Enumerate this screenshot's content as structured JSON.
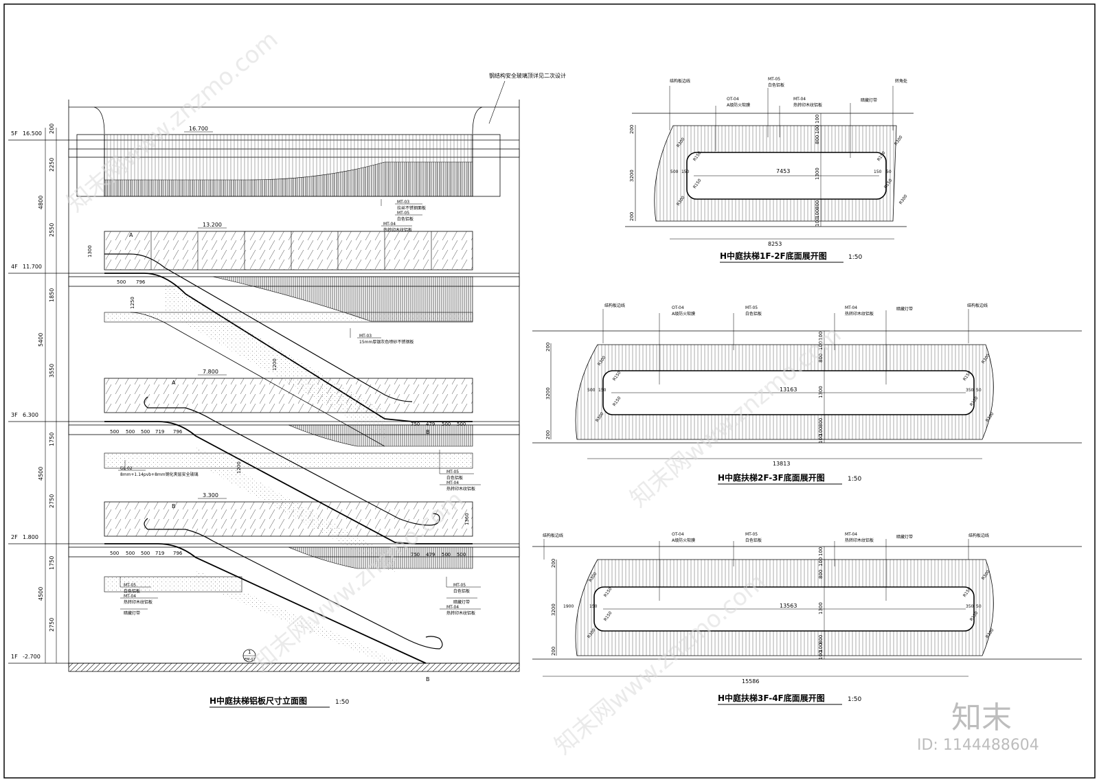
{
  "elevation": {
    "title": "H中庭扶梯铝板尺寸立面图",
    "scale": "1:50",
    "top_note": "钢结构安全玻璃顶详见二次设计",
    "levels": [
      {
        "floor": "5F",
        "elev": "16.500"
      },
      {
        "floor": "4F",
        "elev": "11.700"
      },
      {
        "floor": "3F",
        "elev": "6.300"
      },
      {
        "floor": "2F",
        "elev": "1.800"
      },
      {
        "floor": "1F",
        "elev": "-2.700"
      }
    ],
    "rail_marks": [
      "16.700",
      "13.200",
      "7.800",
      "3.300"
    ],
    "left_dims": [
      "200",
      "2250",
      "4800",
      "2550",
      "1850",
      "5400",
      "3550",
      "1750",
      "4500",
      "2750",
      "1750",
      "4500",
      "2750"
    ],
    "stair_dims": [
      "500",
      "796",
      "500",
      "500",
      "500",
      "719",
      "796",
      "500",
      "500",
      "500",
      "719",
      "796",
      "750",
      "479",
      "500",
      "500",
      "750",
      "479",
      "500",
      "500",
      "1200",
      "1250",
      "1300",
      "1360",
      "1200"
    ],
    "callouts": [
      {
        "code": "MT-03",
        "text": "拉丝不锈钢面板"
      },
      {
        "code": "MT-05",
        "text": "白色铝板"
      },
      {
        "code": "MT-04",
        "text": "热转印木纹铝板"
      },
      {
        "code": "MT-03",
        "text": "15mm厚银灰色喷砂不锈钢板"
      },
      {
        "code": "GL-02",
        "text": "8mm+1.14pvb+8mm钢化夹层安全玻璃"
      },
      {
        "code": "MT-05",
        "text": "白色铝板"
      },
      {
        "code": "MT-04",
        "text": "热转印木纹铝板"
      },
      {
        "code": "MT-05",
        "text": "白色铝板"
      },
      {
        "code": "MT-04",
        "text": "热转印木纹铝板"
      },
      {
        "code": "",
        "text": "暗藏灯带"
      },
      {
        "code": "MT-05",
        "text": "白色铝板"
      },
      {
        "code": "",
        "text": "暗藏灯带"
      },
      {
        "code": "MT-04",
        "text": "热转印木纹铝板"
      }
    ],
    "section_marks": [
      "A",
      "B",
      "A",
      "B",
      "B"
    ],
    "index_mark": {
      "num": "1",
      "ref": "EM-01"
    }
  },
  "plans": [
    {
      "title": "H中庭扶梯1F-2F底面展开图",
      "scale": "1:50",
      "labels": [
        {
          "code": "",
          "text": "结构板边线"
        },
        {
          "code": "MT-05",
          "text": "白色铝板"
        },
        {
          "code": "OT-04",
          "text": "A级防火软膜"
        },
        {
          "code": "MT-04",
          "text": "热转印木纹铝板"
        },
        {
          "code": "",
          "text": "暗藏灯带"
        },
        {
          "code": "",
          "text": "转角处"
        }
      ],
      "overall": "8253",
      "inner": "7453",
      "left_dims": [
        "200",
        "3200",
        "200"
      ],
      "right_dims": [
        "100",
        "100",
        "800",
        "1300",
        "800",
        "100",
        "100"
      ],
      "radii": [
        "R300",
        "R150",
        "R150",
        "R300",
        "R150",
        "R150",
        "R300",
        "R300"
      ],
      "side_dims": [
        "500",
        "150",
        "150",
        "50"
      ]
    },
    {
      "title": "H中庭扶梯2F-3F底面展开图",
      "scale": "1:50",
      "labels": [
        {
          "code": "",
          "text": "结构板边线"
        },
        {
          "code": "OT-04",
          "text": "A级防火软膜"
        },
        {
          "code": "MT-05",
          "text": "白色铝板"
        },
        {
          "code": "MT-04",
          "text": "热转印木纹铝板"
        },
        {
          "code": "",
          "text": "暗藏灯带"
        },
        {
          "code": "",
          "text": "结构板边线"
        }
      ],
      "overall": "13813",
      "inner": "13163",
      "left_dims": [
        "200",
        "3200",
        "200"
      ],
      "right_dims": [
        "100",
        "100",
        "800",
        "1300",
        "800",
        "100",
        "100"
      ],
      "radii": [
        "R300",
        "R150",
        "R150",
        "R300",
        "R150",
        "R150",
        "R300",
        "R300"
      ],
      "side_dims": [
        "500",
        "150",
        "350",
        "50"
      ]
    },
    {
      "title": "H中庭扶梯3F-4F底面展开图",
      "scale": "1:50",
      "labels": [
        {
          "code": "",
          "text": "结构板边线"
        },
        {
          "code": "OT-04",
          "text": "A级防火软膜"
        },
        {
          "code": "MT-05",
          "text": "白色铝板"
        },
        {
          "code": "MT-04",
          "text": "热转印木纹铝板"
        },
        {
          "code": "",
          "text": "暗藏灯带"
        },
        {
          "code": "",
          "text": "结构板边线"
        }
      ],
      "overall": "15586",
      "inner": "13563",
      "left_dims": [
        "200",
        "3200",
        "200"
      ],
      "right_dims": [
        "100",
        "100",
        "800",
        "1300",
        "800",
        "100",
        "100"
      ],
      "radii": [
        "R300",
        "R150",
        "R150",
        "R300",
        "R150",
        "R150",
        "R300",
        "R300"
      ],
      "side_dims": [
        "1900",
        "150",
        "350",
        "50"
      ]
    }
  ],
  "brand": {
    "logo": "知末",
    "id_text": "ID: 1144488604",
    "watermark": "知末网www.znzmo.com"
  }
}
